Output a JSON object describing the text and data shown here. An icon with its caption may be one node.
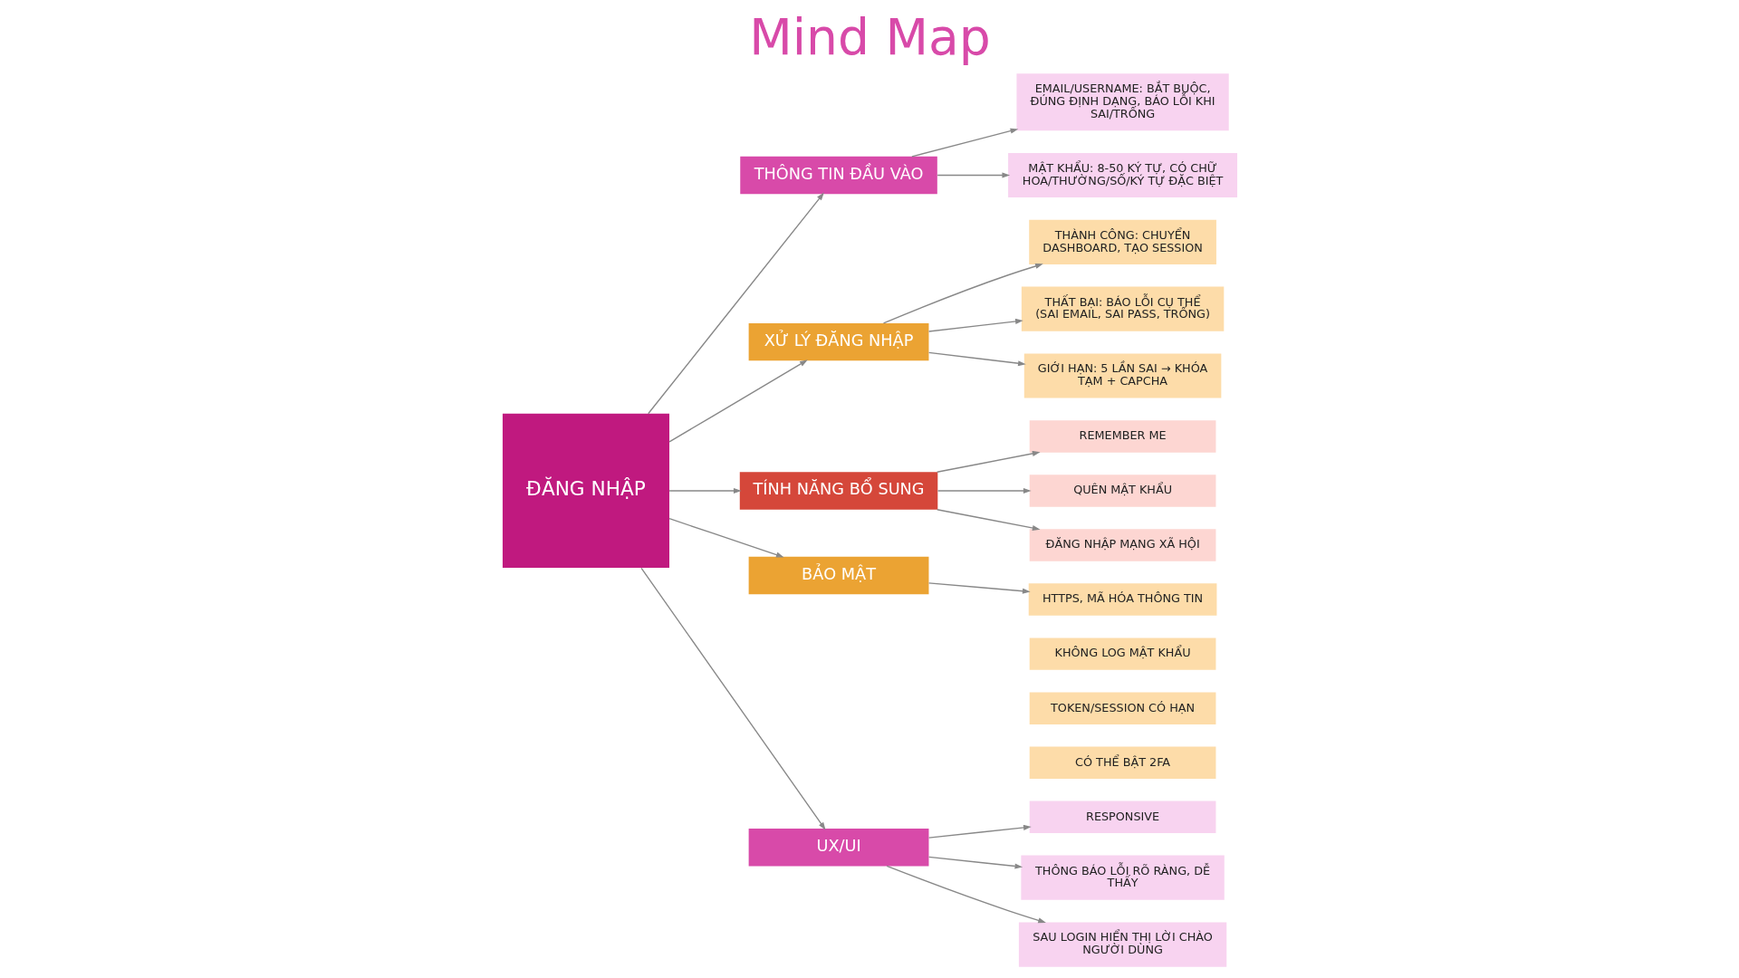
{
  "diagram": {
    "title": "Mind Map",
    "nodes": [
      {
        "text": [
          "ĐĂNG NHẬP"
        ]
      },
      {
        "text": [
          "THÔNG TIN ĐẦU VÀO"
        ]
      },
      {
        "text": [
          "EMAIL/USERNAME: BẮT BUỘC, ĐÚNG ĐỊNH DẠNG, BÁO LỖI KHI SAI/TRỐNG"
        ]
      },
      {
        "text": [
          "MẬT KHẨU: 8-50 KÝ TỰ, CÓ CHỮ HOA/THƯỜNG/SỐ/KÝ TỰ ĐẶC BIỆT"
        ]
      },
      {
        "text": [
          "XỬ LÝ ĐĂNG NHẬP"
        ]
      },
      {
        "text": [
          "THÀNH CÔNG: CHUYỂN DASHBOARD, TẠO SESSION"
        ]
      },
      {
        "text": [
          "THẤT BẠI: BÁO LỖI CỤ THỂ (SAI EMAIL, SAI PASS, TRỐNG)"
        ]
      },
      {
        "text": [
          "GIỚI HẠN: 5 LẦN SAI → KHÓA TẠM + CAPCHA"
        ]
      },
      {
        "text": [
          "TÍNH NĂNG BỔ SUNG"
        ]
      },
      {
        "text": [
          "REMEMBER ME"
        ]
      },
      {
        "text": [
          "QUÊN MẬT KHẨU"
        ]
      },
      {
        "text": [
          "ĐĂNG NHẬP MẠNG XÃ HỘI"
        ]
      },
      {
        "text": [
          "BẢO MẬT"
        ]
      },
      {
        "text": [
          "HTTPS, MÃ HÓA THÔNG TIN"
        ]
      },
      {
        "text": [
          "KHÔNG LOG MẬT KHẨU"
        ]
      },
      {
        "text": [
          "TOKEN/SESSION CÓ HẠN"
        ]
      },
      {
        "text": [
          "CÓ THỂ BẬT 2FA"
        ]
      },
      {
        "text": [
          "UX/UI"
        ]
      },
      {
        "text": [
          "RESPONSIVE"
        ]
      },
      {
        "text": [
          "THÔNG BÁO LỖI RÕ RÀNG, DỄ THẤY"
        ]
      },
      {
        "text": [
          "SAU LOGIN HIỂN THỊ LỜI CHÀO NGƯỜI DÙNG"
        ]
      }
    ],
    "edges": [
      {
        "from": 0,
        "to": 1,
        "arrow": "to"
      },
      {
        "from": 0,
        "to": 4,
        "arrow": "to"
      },
      {
        "from": 0,
        "to": 8,
        "arrow": "to"
      },
      {
        "from": 0,
        "to": 12,
        "arrow": "to"
      },
      {
        "from": 0,
        "to": 17,
        "arrow": "to"
      },
      {
        "from": 1,
        "to": 2,
        "arrow": "to"
      },
      {
        "from": 1,
        "to": 3,
        "arrow": "to"
      },
      {
        "from": 4,
        "to": 5,
        "arrow": "to"
      },
      {
        "from": 4,
        "to": 6,
        "arrow": "to"
      },
      {
        "from": 4,
        "to": 7,
        "arrow": "to"
      },
      {
        "from": 8,
        "to": 9,
        "arrow": "to"
      },
      {
        "from": 8,
        "to": 10,
        "arrow": "to"
      },
      {
        "from": 8,
        "to": 11,
        "arrow": "to"
      },
      {
        "from": 12,
        "to": 13,
        "arrow": "to"
      },
      {
        "from": 17,
        "to": 18,
        "arrow": "to"
      },
      {
        "from": 17,
        "to": 19,
        "arrow": "to"
      },
      {
        "from": 17,
        "to": 20,
        "arrow": "to"
      }
    ]
  }
}
